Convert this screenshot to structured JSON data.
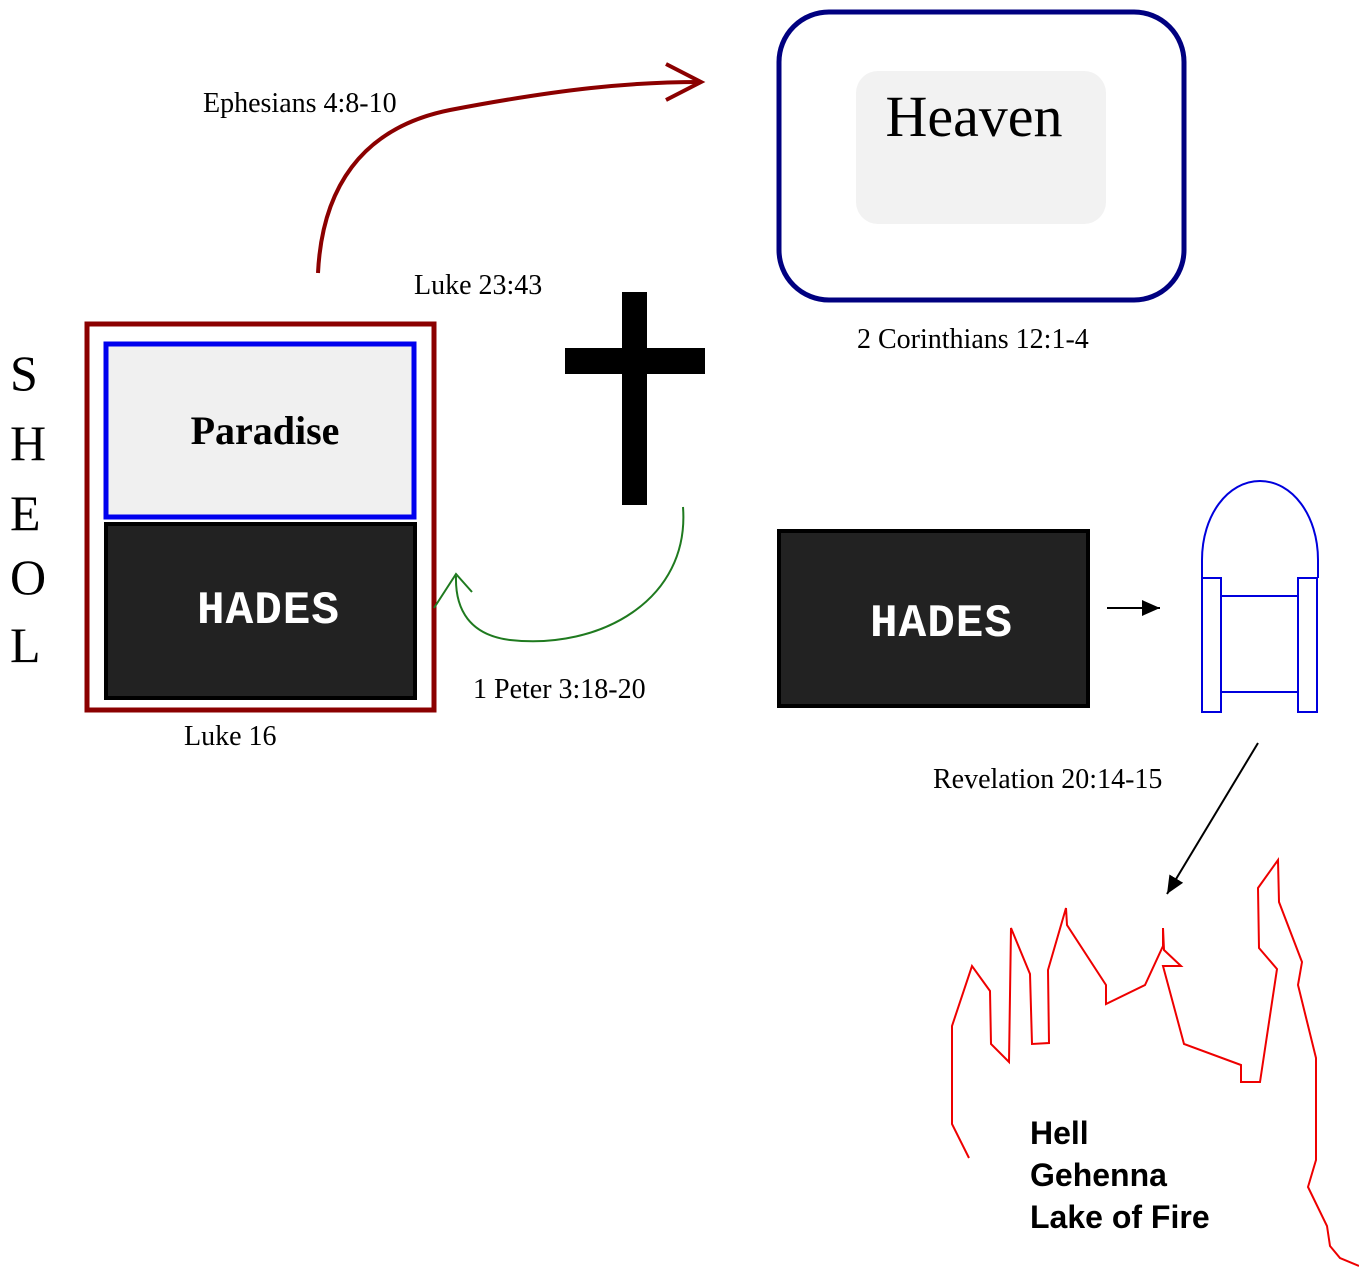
{
  "labels": {
    "ephesians": "Ephesians 4:8-10",
    "luke_23": "Luke 23:43",
    "corinthians": "2 Corinthians 12:1-4",
    "peter": "1 Peter 3:18-20",
    "luke_16": "Luke 16",
    "revelation": "Revelation 20:14-15"
  },
  "sheol_letters": [
    "S",
    "H",
    "E",
    "O",
    "L"
  ],
  "boxes": {
    "paradise": "Paradise",
    "hades_left": "HADES",
    "hades_right": "HADES",
    "heaven": "Heaven"
  },
  "hell_lines": [
    "Hell",
    "Gehenna",
    "Lake of Fire"
  ],
  "icons": {
    "cross": "cross-icon",
    "tomb": "tomb-icon",
    "fire": "fire-flames-icon"
  },
  "colors": {
    "sheol_border": "#8b0000",
    "paradise_border": "#0000ee",
    "paradise_fill": "#f0f0f0",
    "hades_fill": "#222222",
    "heaven_border": "#000080",
    "heaven_inner_fill": "#f2f2f2",
    "ascent_arrow": "#8b0000",
    "descent_arrow": "#1f7a1f",
    "tomb_outline": "#0000dd",
    "fire_outline": "#ee0000"
  }
}
